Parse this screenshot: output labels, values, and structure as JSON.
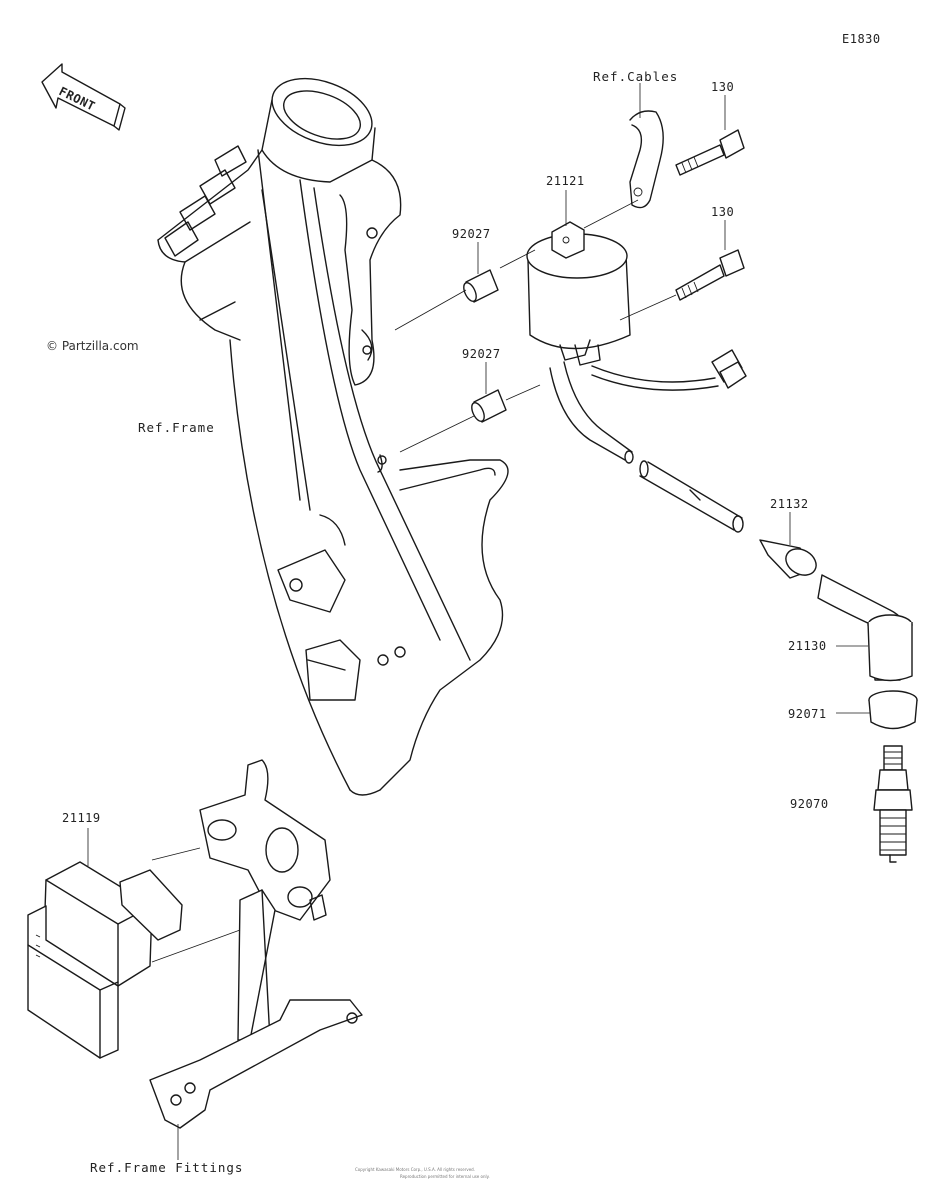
{
  "diagram_code": "E1830",
  "front_arrow_text": "FRONT",
  "watermark": "© Partzilla.com",
  "references": {
    "cables": "Ref.Cables",
    "frame": "Ref.Frame",
    "frame_fittings": "Ref.Frame Fittings"
  },
  "part_numbers": {
    "bolt_upper": "130",
    "bolt_lower": "130",
    "ignition_coil": "21121",
    "collar_upper": "92027",
    "collar_lower": "92027",
    "seal_21132": "21132",
    "plug_cap": "21130",
    "seal_92071": "92071",
    "spark_plug": "92070",
    "igniter": "21119"
  },
  "copyright_line1": "Copyright Kawasaki Motors Corp., U.S.A. All rights reserved.",
  "copyright_line2": "Reproduction permitted for internal use only."
}
